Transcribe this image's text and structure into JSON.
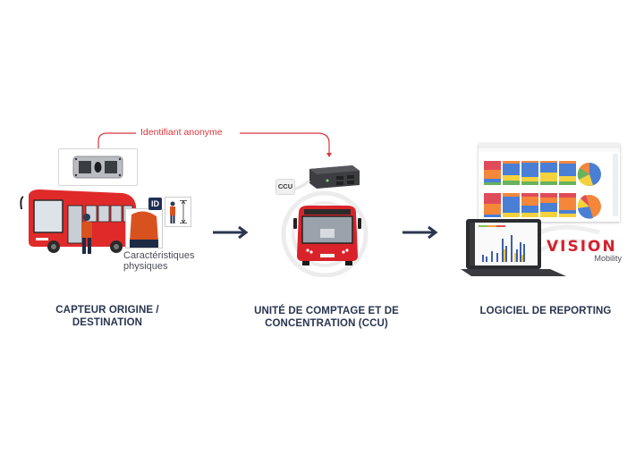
{
  "annotation": {
    "flow_label": "Identifiant anonyme",
    "physical_label_line1": "Caractéristiques",
    "physical_label_line2": "physiques",
    "id_badge": "ID"
  },
  "steps": [
    {
      "caption_line1": "CAPTEUR ORIGINE /",
      "caption_line2": "DESTINATION"
    },
    {
      "caption_line1": "UNITÉ DE COMPTAGE ET DE",
      "caption_line2": "CONCENTRATION (CCU)",
      "badge": "CCU"
    },
    {
      "caption_line1": "LOGICIEL DE REPORTING",
      "caption_line2": ""
    }
  ],
  "brand": {
    "name": "VISION",
    "subtitle": "Mobility",
    "color": "#d4202e"
  },
  "colors": {
    "accent_red": "#d9363e",
    "navy": "#2a3550"
  }
}
